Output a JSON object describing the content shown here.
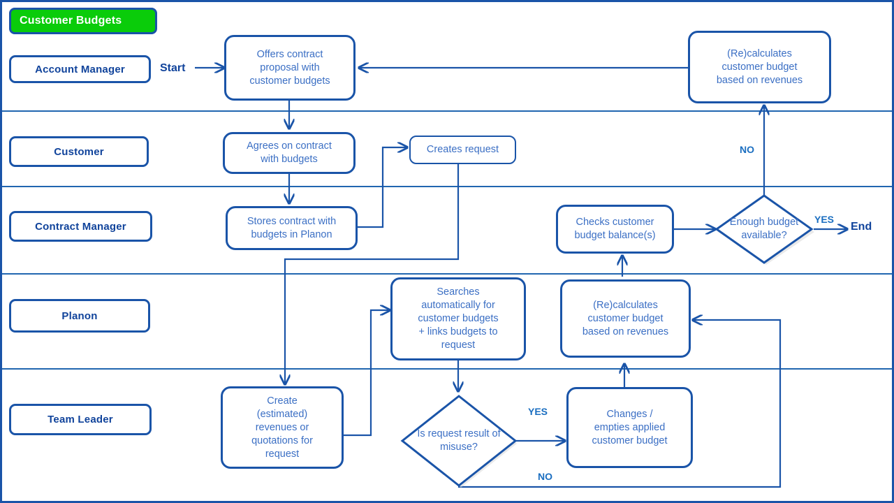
{
  "diagram": {
    "title": "Customer Budgets",
    "title_color": "#0ACC0A",
    "accent_color": "#1a54a8",
    "node_text_color": "#3b6fc4",
    "label_color": "#1a6ec0"
  },
  "lanes": [
    {
      "id": "account-manager",
      "label": "Account  Manager"
    },
    {
      "id": "customer",
      "label": "Customer"
    },
    {
      "id": "contract-manager",
      "label": "Contract Manager"
    },
    {
      "id": "planon",
      "label": "Planon"
    },
    {
      "id": "team-leader",
      "label": "Team Leader"
    }
  ],
  "nodes": [
    {
      "id": "offers-contract-proposal",
      "lane": "account-manager",
      "type": "process",
      "lines": [
        "Offers contract",
        "proposal with",
        "customer budgets"
      ]
    },
    {
      "id": "recalculates-budget-top",
      "lane": "account-manager",
      "type": "process",
      "lines": [
        "(Re)calculates",
        "customer budget",
        "based on revenues"
      ]
    },
    {
      "id": "agrees-on-contract",
      "lane": "customer",
      "type": "process",
      "lines": [
        "Agrees on contract",
        "with budgets"
      ]
    },
    {
      "id": "creates-request",
      "lane": "customer",
      "type": "process",
      "lines": [
        "Creates request"
      ]
    },
    {
      "id": "stores-contract",
      "lane": "contract-manager",
      "type": "process",
      "lines": [
        "Stores contract with",
        "budgets in Planon"
      ]
    },
    {
      "id": "checks-budget-balance",
      "lane": "contract-manager",
      "type": "process",
      "lines": [
        "Checks customer",
        "budget balance(s)"
      ]
    },
    {
      "id": "enough-budget-available",
      "lane": "contract-manager",
      "type": "decision",
      "lines": [
        "Enough",
        "budget",
        "available?"
      ]
    },
    {
      "id": "searches-automatically",
      "lane": "planon",
      "type": "process",
      "lines": [
        "Searches",
        "automatically for",
        "customer budgets",
        "+ links budgets to",
        "request"
      ]
    },
    {
      "id": "recalculates-budget-planon",
      "lane": "planon",
      "type": "process",
      "lines": [
        "(Re)calculates",
        "customer budget",
        "based on revenues"
      ]
    },
    {
      "id": "create-revenues-quotations",
      "lane": "team-leader",
      "type": "process",
      "lines": [
        "Create",
        "(estimated)",
        "revenues or",
        "quotations for",
        "request"
      ]
    },
    {
      "id": "is-request-misuse",
      "lane": "team-leader",
      "type": "decision",
      "lines": [
        "Is request",
        "result of",
        "misuse?"
      ]
    },
    {
      "id": "changes-empties-budget",
      "lane": "team-leader",
      "type": "process",
      "lines": [
        "Changes /",
        "empties applied",
        "customer budget"
      ]
    }
  ],
  "flow_labels": {
    "start": "Start",
    "end": "End",
    "no_upper": "NO",
    "yes_decision_budget": "YES",
    "yes_misuse": "YES",
    "no_misuse": "NO"
  }
}
